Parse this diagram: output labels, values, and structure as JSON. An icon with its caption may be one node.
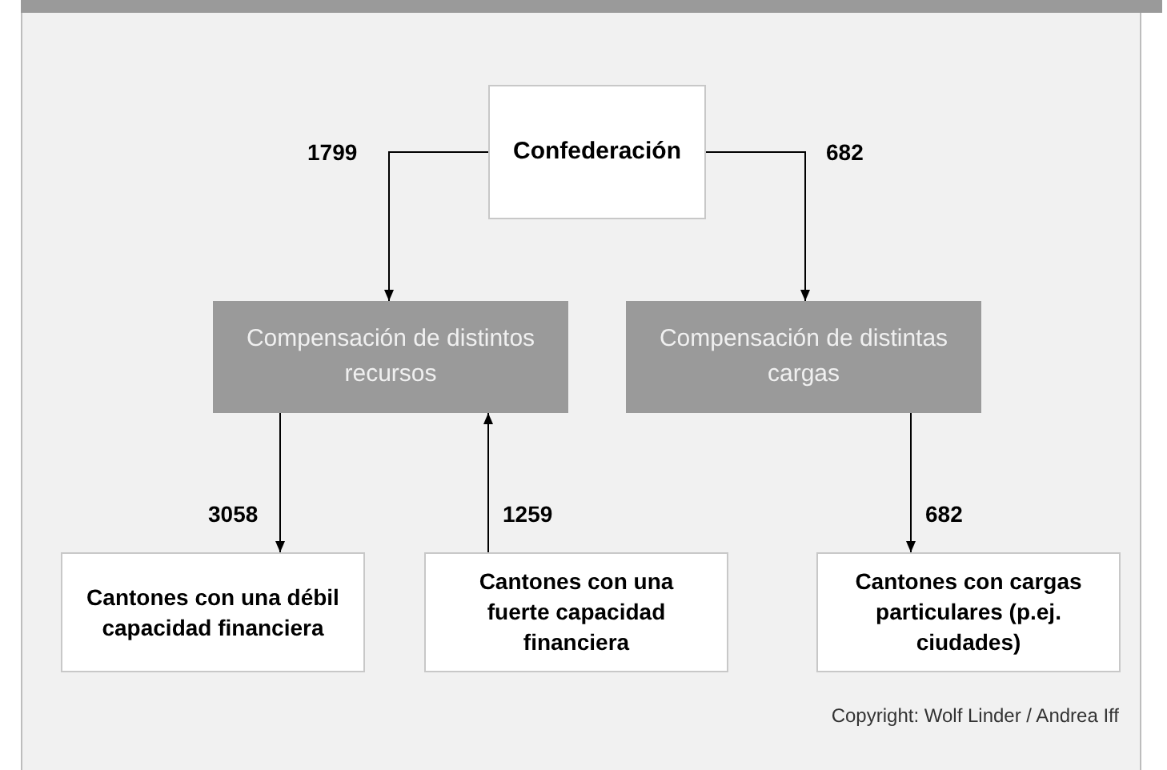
{
  "diagram": {
    "nodes": [
      {
        "text": [
          "Confederación"
        ]
      },
      {
        "text": [
          "Compensación de distintos recursos"
        ]
      },
      {
        "text": [
          "Compensación de distintas cargas"
        ]
      },
      {
        "text": [
          "Cantones con una débil capacidad financiera"
        ]
      },
      {
        "text": [
          "Cantones con una fuerte capacidad financiera"
        ]
      },
      {
        "text": [
          "Cantones con cargas particulares (p.ej. ciudades)"
        ]
      }
    ],
    "edges": [
      {
        "from": 0,
        "to": 1,
        "arrow": "to",
        "label": "1799"
      },
      {
        "from": 0,
        "to": 2,
        "arrow": "to",
        "label": "682"
      },
      {
        "from": 1,
        "to": 3,
        "arrow": "to",
        "label": "3058"
      },
      {
        "from": 4,
        "to": 1,
        "arrow": "to",
        "label": "1259"
      },
      {
        "from": 2,
        "to": 5,
        "arrow": "to",
        "label": "682"
      }
    ],
    "labels": [
      "Copyright: Wolf Linder / Andrea Iff"
    ]
  }
}
